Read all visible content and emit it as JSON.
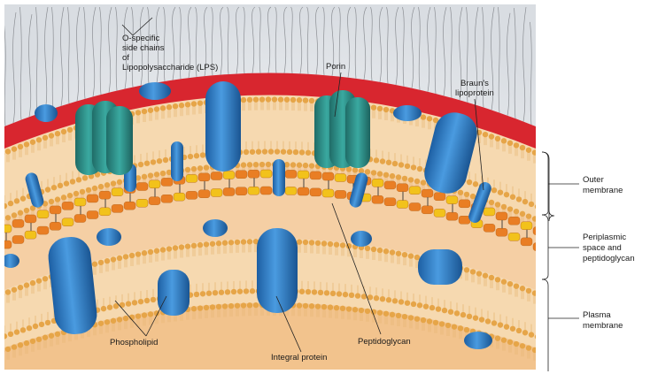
{
  "labels": {
    "lps": [
      "O-specific",
      "side chains",
      "of",
      "Lipopolysaccharide (LPS)"
    ],
    "porin": "Porin",
    "brauns": [
      "Braun's",
      "lipoprotein"
    ],
    "outer_membrane": [
      "Outer",
      "membrane"
    ],
    "periplasm": [
      "Periplasmic",
      "space and",
      "peptidoglycan"
    ],
    "plasma_membrane": [
      "Plasma",
      "membrane"
    ],
    "phospholipid": "Phospholipid",
    "integral_protein": "Integral protein",
    "peptidoglycan": "Peptidoglycan"
  },
  "colors": {
    "lps_red": "#d8262f",
    "lipid_head": "#e8a94c",
    "lipid_tail": "#f1c98a",
    "membrane_bg": "#f6d9b0",
    "periplasm_bg": "#f4c79a",
    "cytoplasm_bg": "#f2c896",
    "protein_blue": "#2f7fc8",
    "porin_teal": "#2c8f88",
    "pg_orange": "#e97e24",
    "pg_yellow": "#f2c21b"
  }
}
